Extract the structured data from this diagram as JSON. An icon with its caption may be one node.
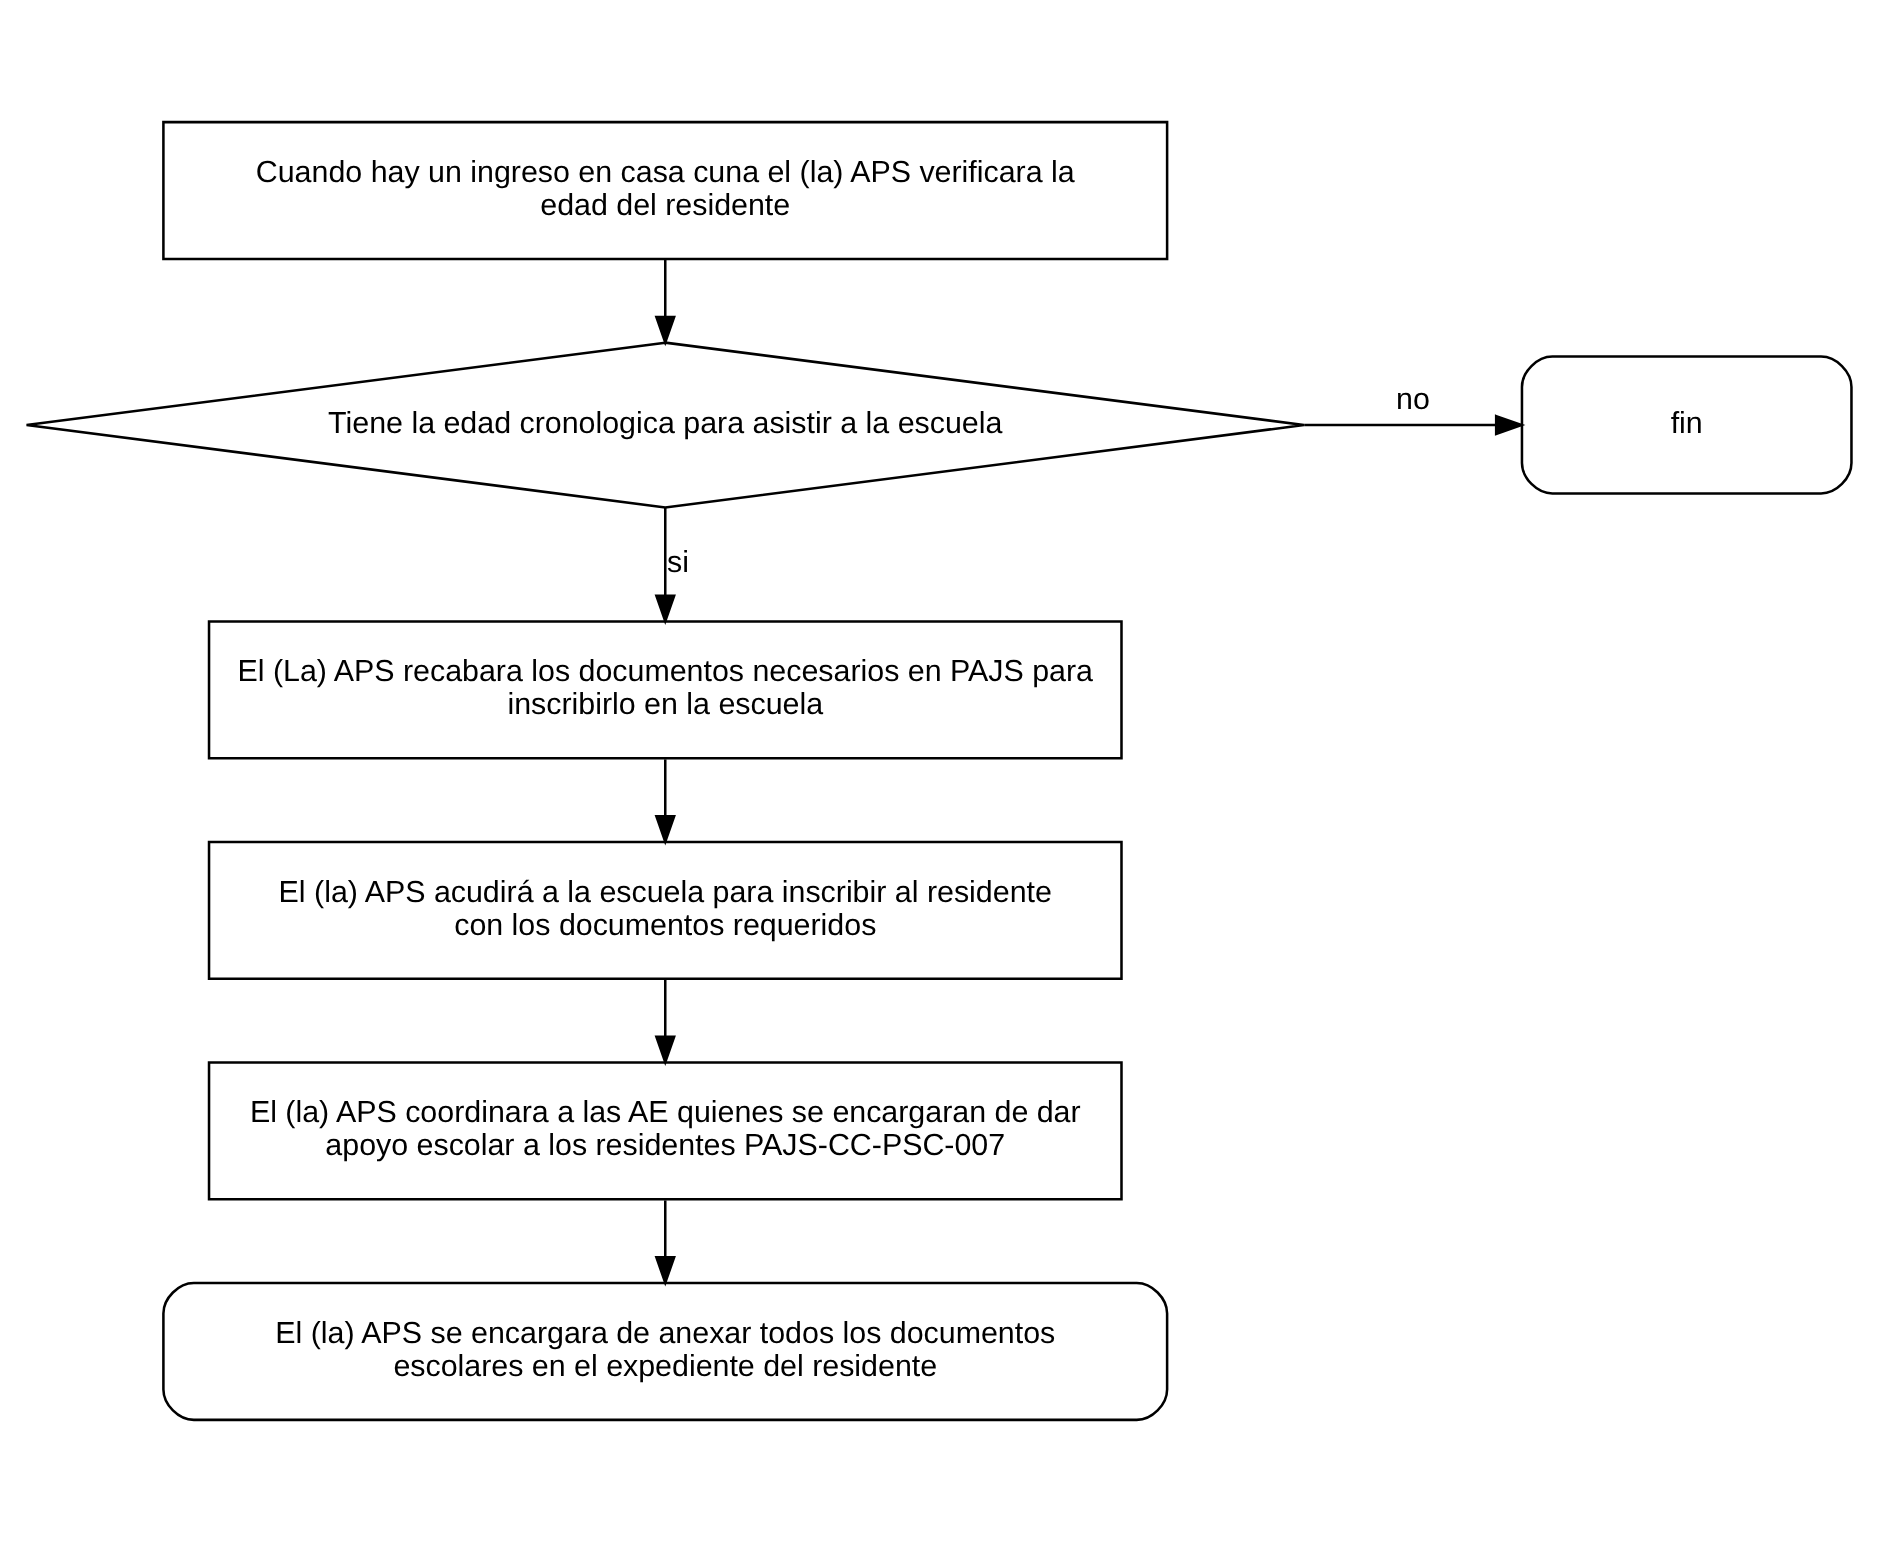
{
  "diagram": {
    "nodes": [
      {
        "text": [
          "Cuando hay un ingreso en casa cuna el (la) APS verificara la edad del residente"
        ]
      },
      {
        "text": [
          "Tiene la edad cronologica para asistir a la escuela"
        ]
      },
      {
        "text": [
          "fin"
        ]
      },
      {
        "text": [
          "El (La) APS recabara los documentos necesarios en PAJS para inscribirlo en la escuela"
        ]
      },
      {
        "text": [
          "El (la) APS acudirá a la escuela para inscribir al residente con los documentos requeridos"
        ]
      },
      {
        "text": [
          "El (la) APS coordinara a las AE quienes se encargaran de dar apoyo escolar a los residentes PAJS-CC-PSC-007"
        ]
      },
      {
        "text": [
          "El (la) APS se encargara de anexar todos los documentos escolares en el expediente del residente"
        ]
      }
    ],
    "edges": [
      {
        "from": 0,
        "to": 1,
        "arrow": "to"
      },
      {
        "from": 1,
        "to": 2,
        "arrow": "to",
        "label": "no"
      },
      {
        "from": 1,
        "to": 3,
        "arrow": "to",
        "label": "si"
      },
      {
        "from": 3,
        "to": 4,
        "arrow": "to"
      },
      {
        "from": 4,
        "to": 5,
        "arrow": "to"
      },
      {
        "from": 5,
        "to": 6,
        "arrow": "to"
      }
    ]
  }
}
